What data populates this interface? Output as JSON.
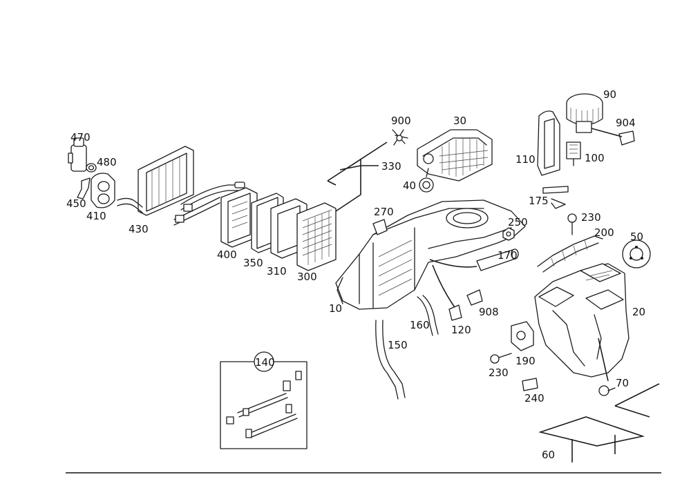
{
  "labels": {
    "p470": "470",
    "p480": "480",
    "p450": "450",
    "p410": "410",
    "p430": "430",
    "p400": "400",
    "p350": "350",
    "p310": "310",
    "p300": "300",
    "p900": "900",
    "p30": "30",
    "p330": "330",
    "p40": "40",
    "p90": "90",
    "p904": "904",
    "p110": "110",
    "p100": "100",
    "p175": "175",
    "p270": "270",
    "p250": "250",
    "p230a": "230",
    "p200": "200",
    "p50": "50",
    "p170": "170",
    "p10": "10",
    "p908": "908",
    "p160": "160",
    "p120": "120",
    "p150": "150",
    "p20": "20",
    "p190": "190",
    "p230b": "230",
    "p70": "70",
    "p240": "240",
    "p140": "140",
    "p60": "60"
  }
}
